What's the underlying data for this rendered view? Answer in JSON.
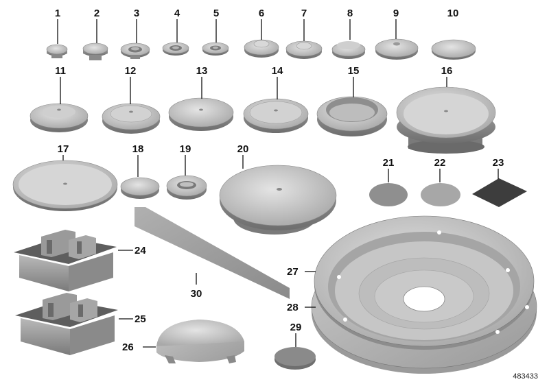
{
  "diagram": {
    "reference_number": "483433",
    "parts": [
      {
        "number": "1"
      },
      {
        "number": "2"
      },
      {
        "number": "3"
      },
      {
        "number": "4"
      },
      {
        "number": "5"
      },
      {
        "number": "6"
      },
      {
        "number": "7"
      },
      {
        "number": "8"
      },
      {
        "number": "9"
      },
      {
        "number": "10"
      },
      {
        "number": "11"
      },
      {
        "number": "12"
      },
      {
        "number": "13"
      },
      {
        "number": "14"
      },
      {
        "number": "15"
      },
      {
        "number": "16"
      },
      {
        "number": "17"
      },
      {
        "number": "18"
      },
      {
        "number": "19"
      },
      {
        "number": "20"
      },
      {
        "number": "21"
      },
      {
        "number": "22"
      },
      {
        "number": "23"
      },
      {
        "number": "24"
      },
      {
        "number": "25"
      },
      {
        "number": "26"
      },
      {
        "number": "27"
      },
      {
        "number": "28"
      },
      {
        "number": "29"
      },
      {
        "number": "30"
      }
    ]
  }
}
